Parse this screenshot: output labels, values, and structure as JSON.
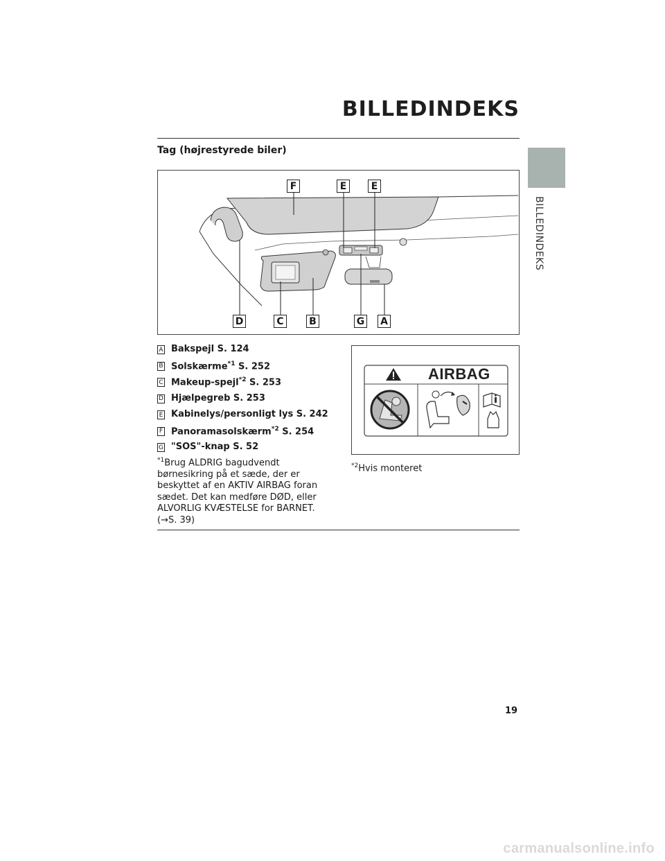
{
  "header": {
    "title": "BILLEDINDEKS",
    "side_tab_label": "BILLEDINDEKS"
  },
  "section": {
    "title": "Tag (højrestyrede biler)"
  },
  "figure": {
    "callouts": [
      "F",
      "E",
      "E",
      "D",
      "C",
      "B",
      "G",
      "A"
    ]
  },
  "legend": [
    {
      "letter": "A",
      "label": "Bakspejl S. 124"
    },
    {
      "letter": "B",
      "label_pre": "Solskærme",
      "sup": "*1",
      "label_post": " S. 252"
    },
    {
      "letter": "C",
      "label_pre": "Makeup-spejl",
      "sup": "*2",
      "label_post": " S. 253"
    },
    {
      "letter": "D",
      "label": "Hjælpegreb S. 253"
    },
    {
      "letter": "E",
      "label": "Kabinelys/personligt lys S. 242"
    },
    {
      "letter": "F",
      "label_pre": "Panoramasolskærm",
      "sup": "*2",
      "label_post": " S. 254"
    },
    {
      "letter": "G",
      "label": "\"SOS\"-knap S. 52"
    }
  ],
  "footnotes": {
    "fn1_marker": "*1",
    "fn1_text": "Brug ALDRIG bagudvendt børnesikring på et sæde, der er beskyttet af en AKTIV AIRBAG foran sædet. Det kan medføre DØD, eller ALVORLIG KVÆSTELSE for BARNET. (→S. 39)",
    "fn2_marker": "*2",
    "fn2_text": "Hvis monteret"
  },
  "airbag_label": {
    "word": "AIRBAG"
  },
  "page_number": "19",
  "watermark": "carmanualsonline.info"
}
